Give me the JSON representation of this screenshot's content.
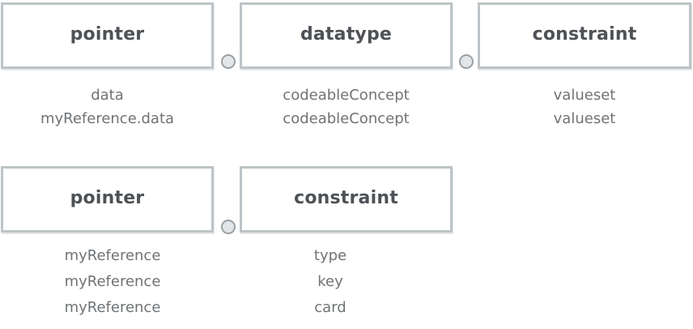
{
  "row1": {
    "boxes": [
      {
        "label": "pointer",
        "values": [
          "data",
          "myReference.data"
        ]
      },
      {
        "label": "datatype",
        "values": [
          "codeableConcept",
          "codeableConcept"
        ]
      },
      {
        "label": "constraint",
        "values": [
          "valueset",
          "valueset"
        ]
      }
    ]
  },
  "row2": {
    "boxes": [
      {
        "label": "pointer",
        "values": [
          "myReference",
          "myReference",
          "myReference"
        ]
      },
      {
        "label": "constraint",
        "values": [
          "type",
          "key",
          "card"
        ]
      }
    ]
  }
}
